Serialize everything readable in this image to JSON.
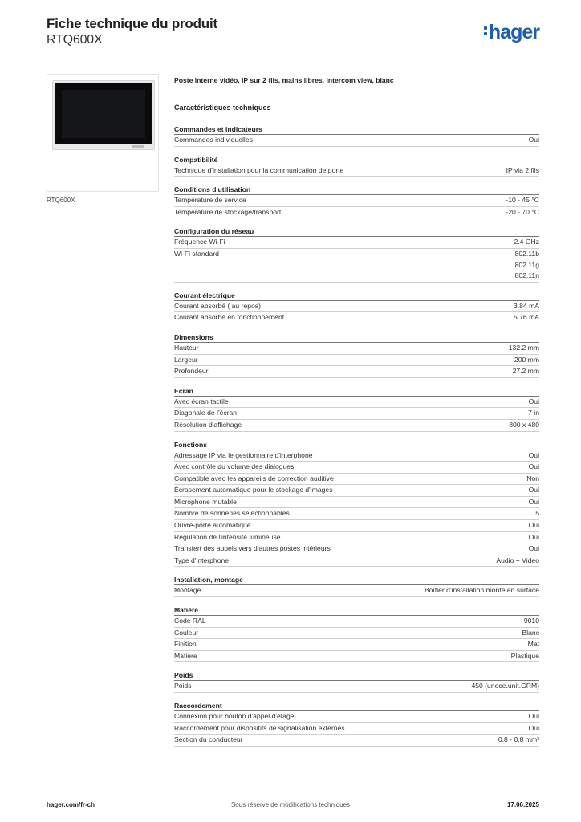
{
  "header": {
    "title": "Fiche technique du produit",
    "subtitle": "RTQ600X",
    "logo_text": "hager",
    "brand_color": "#1f5fa8"
  },
  "product": {
    "caption": "RTQ600X",
    "description": "Poste interne vidéo, IP sur 2 fils, mains libres, intercom view, blanc"
  },
  "section_heading": "Caractéristiques techniques",
  "groups": [
    {
      "title": "Commandes et indicateurs",
      "rows": [
        {
          "label": "Commandes individuelles",
          "value": "Oui"
        }
      ]
    },
    {
      "title": "Compatibilité",
      "rows": [
        {
          "label": "Technique d'installation pour la communication de porte",
          "value": "IP via 2 fils"
        }
      ]
    },
    {
      "title": "Conditions d'utilisation",
      "rows": [
        {
          "label": "Température de service",
          "value": "-10 - 45 °C"
        },
        {
          "label": "Température de stockage/transport",
          "value": "-20 - 70 °C"
        }
      ]
    },
    {
      "title": "Configuration du réseau",
      "rows": [
        {
          "label": "Fréquence Wi-Fi",
          "value": "2.4 GHz"
        },
        {
          "label": "Wi-Fi standard",
          "value": "802.11b\n802.11g\n802.11n"
        }
      ]
    },
    {
      "title": "Courant électrique",
      "rows": [
        {
          "label": "Courant absorbé ( au repos)",
          "value": "3.84 mA"
        },
        {
          "label": "Courant absorbé en fonctionnement",
          "value": "5.76 mA"
        }
      ]
    },
    {
      "title": "Dimensions",
      "rows": [
        {
          "label": "Hauteur",
          "value": "132.2 mm"
        },
        {
          "label": "Largeur",
          "value": "200 mm"
        },
        {
          "label": "Profondeur",
          "value": "27.2 mm"
        }
      ]
    },
    {
      "title": "Ecran",
      "rows": [
        {
          "label": "Avec écran tactile",
          "value": "Oui"
        },
        {
          "label": "Diagonale de l'écran",
          "value": "7 in"
        },
        {
          "label": "Résolution d'affichage",
          "value": "800 x 480"
        }
      ]
    },
    {
      "title": "Fonctions",
      "rows": [
        {
          "label": "Adressage IP via le gestionnaire d'interphone",
          "value": "Oui"
        },
        {
          "label": "Avec contrôle du volume des dialogues",
          "value": "Oui"
        },
        {
          "label": "Compatible avec les appareils de correction auditive",
          "value": "Non"
        },
        {
          "label": "Écrasement automatique pour le stockage d'images",
          "value": "Oui"
        },
        {
          "label": "Microphone mutable",
          "value": "Oui"
        },
        {
          "label": "Nombre de sonneries sélectionnables",
          "value": "5"
        },
        {
          "label": "Ouvre-porte automatique",
          "value": "Oui"
        },
        {
          "label": "Régulation de l'intensité lumineuse",
          "value": "Oui"
        },
        {
          "label": "Transfert des appels vers d'autres postes intérieurs",
          "value": "Oui"
        },
        {
          "label": "Type d'interphone",
          "value": "Audio + Video"
        }
      ]
    },
    {
      "title": "Installation, montage",
      "rows": [
        {
          "label": "Montage",
          "value": "Boîtier d'installation monté en surface"
        }
      ]
    },
    {
      "title": "Matière",
      "rows": [
        {
          "label": "Code RAL",
          "value": "9010"
        },
        {
          "label": "Couleur",
          "value": "Blanc"
        },
        {
          "label": "Finition",
          "value": "Mat"
        },
        {
          "label": "Matière",
          "value": "Plastique"
        }
      ]
    },
    {
      "title": "Poids",
      "rows": [
        {
          "label": "Poids",
          "value": "450 (unece.unit.GRM)"
        }
      ]
    },
    {
      "title": "Raccordement",
      "rows": [
        {
          "label": "Connexion pour bouton d'appel d'étage",
          "value": "Oui"
        },
        {
          "label": "Raccordement pour dispositifs de signalisation externes",
          "value": "Oui"
        },
        {
          "label": "Section du conducteur",
          "value": "0.8 - 0.8 mm²"
        }
      ]
    }
  ],
  "footer": {
    "website": "hager.com/fr-ch",
    "notice": "Sous réserve de modifications techniques",
    "date": "17.06.2025"
  }
}
